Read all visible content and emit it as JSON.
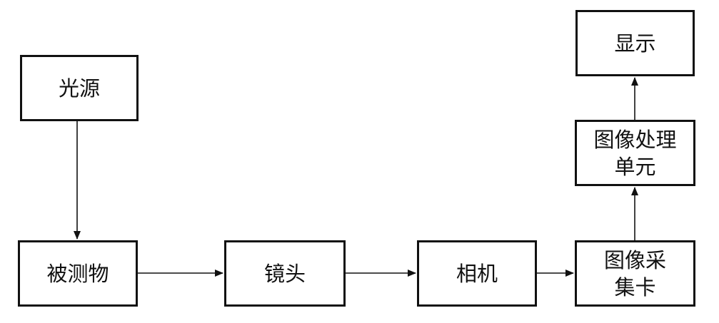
{
  "diagram": {
    "nodes": {
      "light_source": "光源",
      "measured_object": "被测物",
      "lens": "镜头",
      "camera": "相机",
      "frame_grabber": "图像采\n集卡",
      "image_processing_unit": "图像处理\n单元",
      "display": "显示"
    },
    "edges": [
      {
        "from": "light_source",
        "to": "measured_object"
      },
      {
        "from": "measured_object",
        "to": "lens"
      },
      {
        "from": "lens",
        "to": "camera"
      },
      {
        "from": "camera",
        "to": "frame_grabber"
      },
      {
        "from": "frame_grabber",
        "to": "image_processing_unit"
      },
      {
        "from": "image_processing_unit",
        "to": "display"
      }
    ],
    "line_color": "#111111"
  }
}
